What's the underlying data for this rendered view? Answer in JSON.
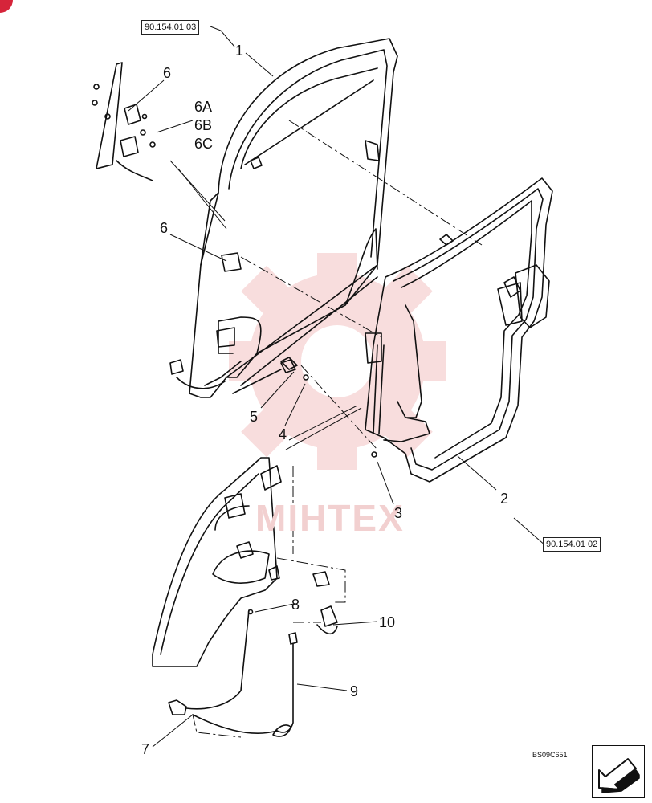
{
  "diagram": {
    "ref_door_frame": "90.154.01 03",
    "ref_door_glass": "90.154.01 02",
    "drawing_code": "BS09C651",
    "watermark": "MIHTEX",
    "callouts": [
      "1",
      "2",
      "3",
      "4",
      "5",
      "6",
      "6",
      "6A",
      "6B",
      "6C",
      "7",
      "8",
      "9",
      "10"
    ]
  },
  "colors": {
    "line": "#111111",
    "watermark": "#f2c4c4",
    "corner_mark": "#d6243a"
  }
}
